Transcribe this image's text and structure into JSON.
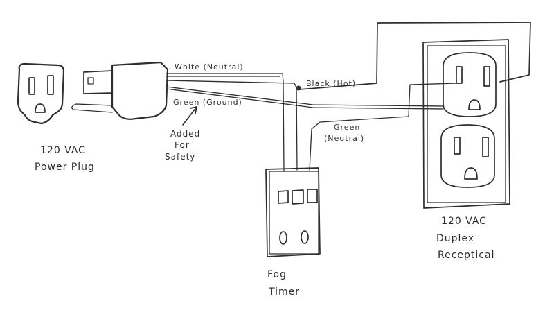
{
  "plug_label": {
    "line1": "120 VAC",
    "line2": "Power Plug"
  },
  "wires": {
    "white_neutral": "White (Neutral)",
    "green_ground": "Green (Ground)",
    "black_hot": "Black (Hot)",
    "green_neutral_line1": "Green",
    "green_neutral_line2": "(Neutral)"
  },
  "annotation": {
    "line1": "Added",
    "line2": "For",
    "line3": "Safety"
  },
  "timer_label": {
    "line1": "Fog",
    "line2": "Timer"
  },
  "receptacle_label": {
    "line1": "120 VAC",
    "line2": "Duplex",
    "line3": "Receptical"
  },
  "colors": {
    "ink": "#2e2e2e",
    "paper": "#ffffff"
  }
}
